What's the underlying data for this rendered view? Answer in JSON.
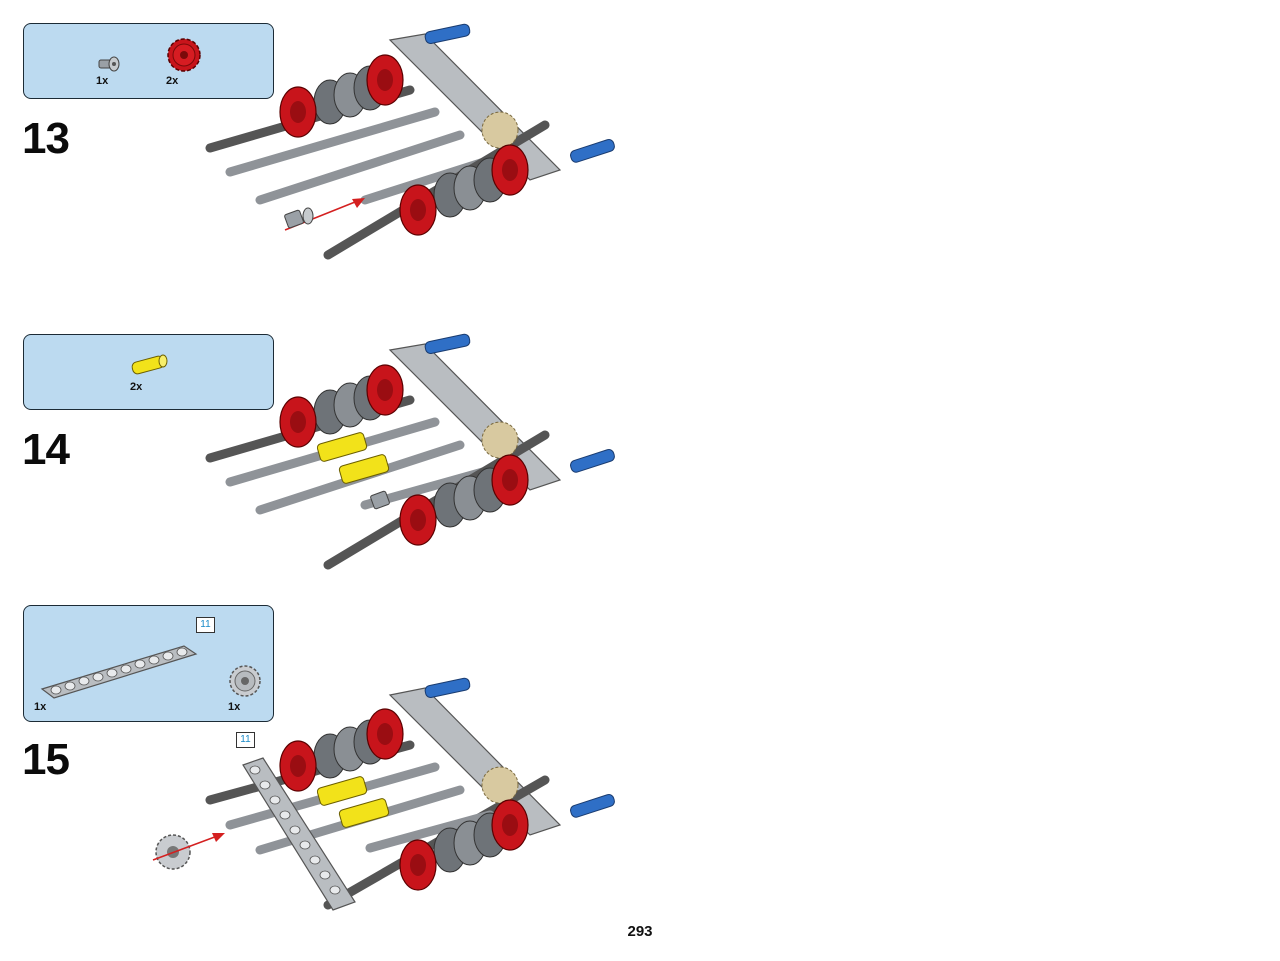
{
  "page": {
    "number": "293"
  },
  "steps": [
    {
      "number": "13",
      "parts": [
        {
          "qty": "1x",
          "part": "bush"
        },
        {
          "qty": "2x",
          "part": "red-gear"
        }
      ]
    },
    {
      "number": "14",
      "parts": [
        {
          "qty": "2x",
          "part": "yellow-connector"
        }
      ]
    },
    {
      "number": "15",
      "parts": [
        {
          "qty": "1x",
          "part": "gray-beam",
          "callout": "11"
        },
        {
          "qty": "1x",
          "part": "gray-gear"
        }
      ],
      "model_callout": "11"
    }
  ]
}
